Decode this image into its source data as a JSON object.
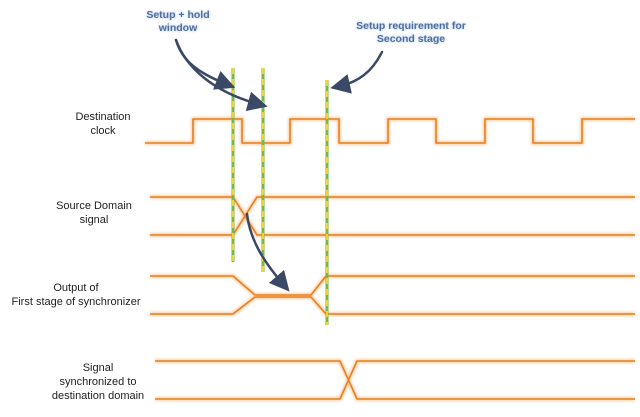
{
  "labels": {
    "dest_clock_1": "Destination",
    "dest_clock_2": "clock",
    "source_1": "Source Domain",
    "source_2": "signal",
    "first_stage_1": "Output of",
    "first_stage_2": "First stage of synchronizer",
    "sync_1": "Signal",
    "sync_2": "synchronized to",
    "sync_3": "destination domain"
  },
  "annotations": {
    "setup_hold_1": "Setup + hold",
    "setup_hold_2": "window",
    "setup_req_1": "Setup  requirement for",
    "setup_req_2": "Second stage"
  },
  "colors": {
    "waveform": "#f5a55c",
    "waveform_core": "#e8801f",
    "marker_green": "#7ab648",
    "marker_yellow": "#f2d230",
    "arrow": "#3a4a66",
    "annotation_text": "#4f6f9e"
  }
}
